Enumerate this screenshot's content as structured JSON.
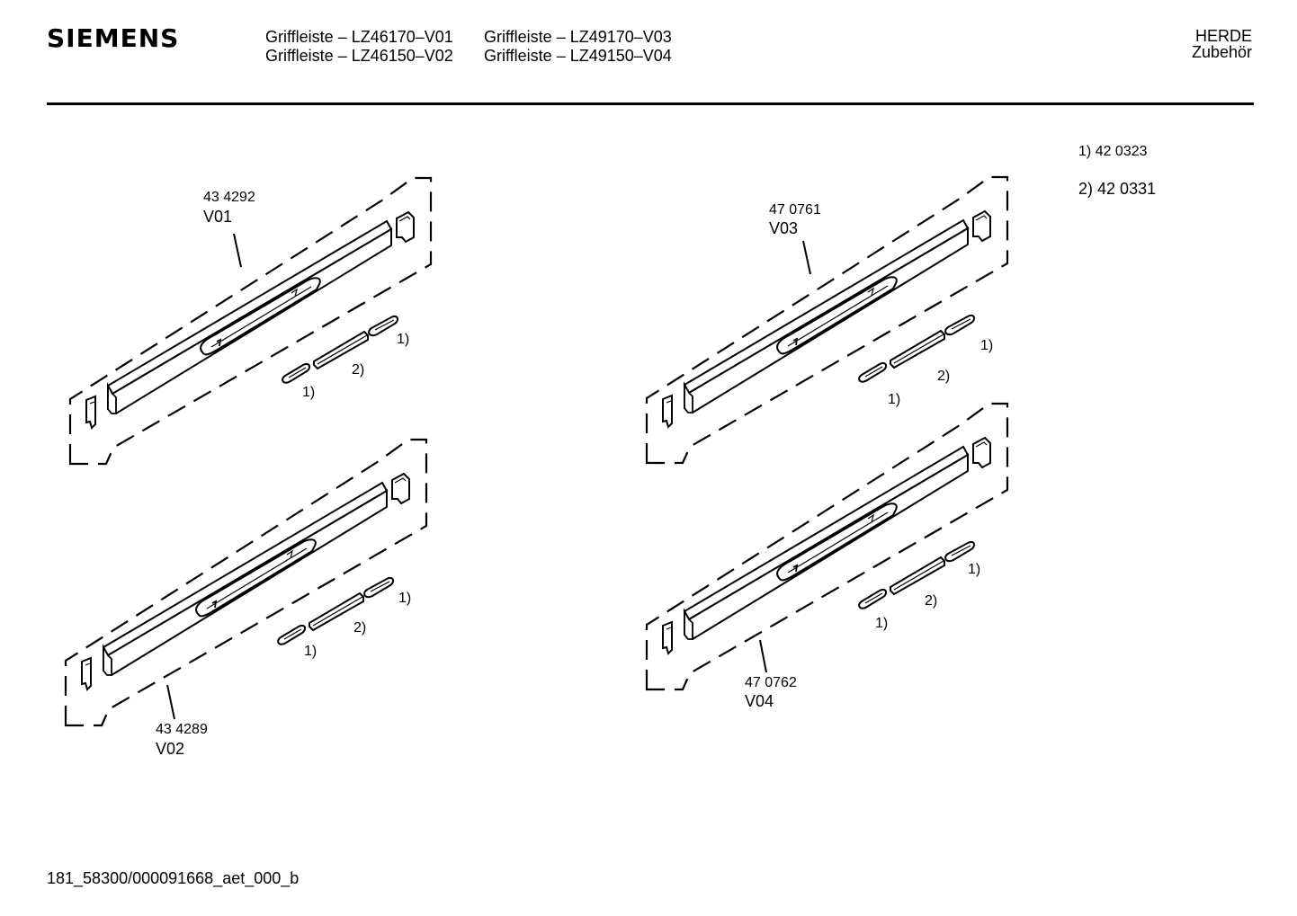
{
  "header": {
    "logo": "SIEMENS",
    "titles": [
      "Griffleiste – LZ46170–V01",
      "Griffleiste – LZ46150–V02",
      "Griffleiste – LZ49170–V03",
      "Griffleiste – LZ49150–V04"
    ],
    "category": "HERDE",
    "subcategory": "Zubehör"
  },
  "legend": [
    {
      "ref": "1)",
      "part": "42 0323"
    },
    {
      "ref": "2)",
      "part": "42 0331"
    }
  ],
  "assemblies": [
    {
      "part_number": "43 4292",
      "version": "V01",
      "callouts": [
        "1)",
        "2)",
        "1)"
      ]
    },
    {
      "part_number": "43 4289",
      "version": "V02",
      "callouts": [
        "1)",
        "2)",
        "1)"
      ]
    },
    {
      "part_number": "47 0761",
      "version": "V03",
      "callouts": [
        "1)",
        "2)",
        "1)"
      ]
    },
    {
      "part_number": "47 0762",
      "version": "V04",
      "callouts": [
        "1)",
        "2)",
        "1)"
      ]
    }
  ],
  "footer": {
    "doc_id": "181_58300/000091668_aet_000_b"
  }
}
